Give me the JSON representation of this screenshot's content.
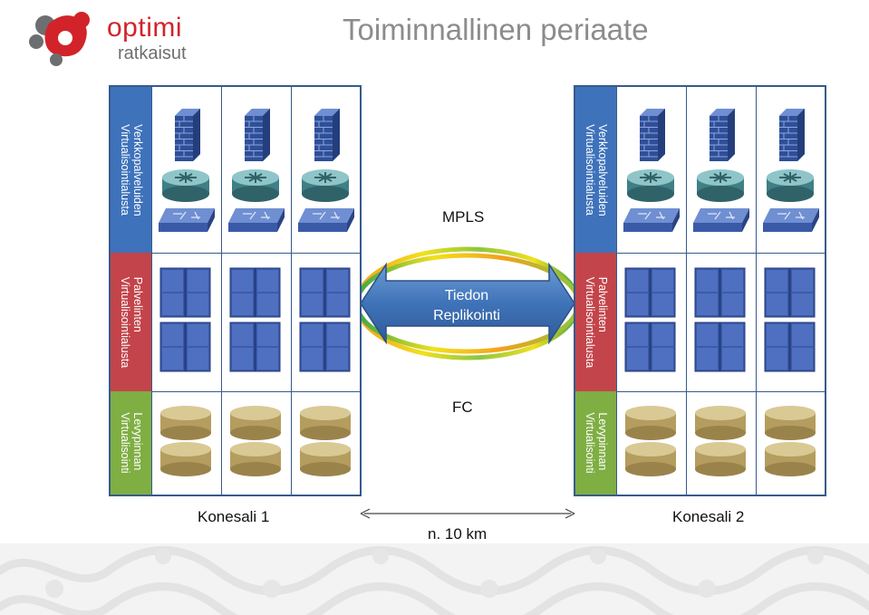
{
  "logo": {
    "word": "optimi",
    "sub": "ratkaisut"
  },
  "title": "Toiminnallinen periaate",
  "datacenter_1": {
    "name": "Konesali 1",
    "layers": {
      "network": "Verkkopalveluiden\nVirtualisointialusta",
      "servers": "Palvelinten\nVirtualisointialusta",
      "storage": "Levypinnan\nVirtualisointi"
    }
  },
  "datacenter_2": {
    "name": "Konesali 2",
    "layers": {
      "network": "Verkkopalveluiden\nVirtualisointialusta",
      "servers": "Palvelinten\nVirtualisointialusta",
      "storage": "Levypinnan\nVirtualisointi"
    }
  },
  "link": {
    "mpls": "MPLS",
    "replication": "Tiedon Replikointi",
    "replication_line1": "Tiedon",
    "replication_line2": "Replikointi",
    "fc": "FC",
    "distance": "n. 10 km"
  },
  "icons": [
    "firewall-icon",
    "router-icon",
    "switch-icon",
    "server-blade-icon",
    "disk-cylinder-icon"
  ],
  "colors": {
    "network_band": "#3e72bb",
    "server_band": "#c3444a",
    "storage_band": "#7fae43",
    "frame": "#375a8c",
    "arrow": "#4a7ebf",
    "brand_red": "#d2232a"
  }
}
